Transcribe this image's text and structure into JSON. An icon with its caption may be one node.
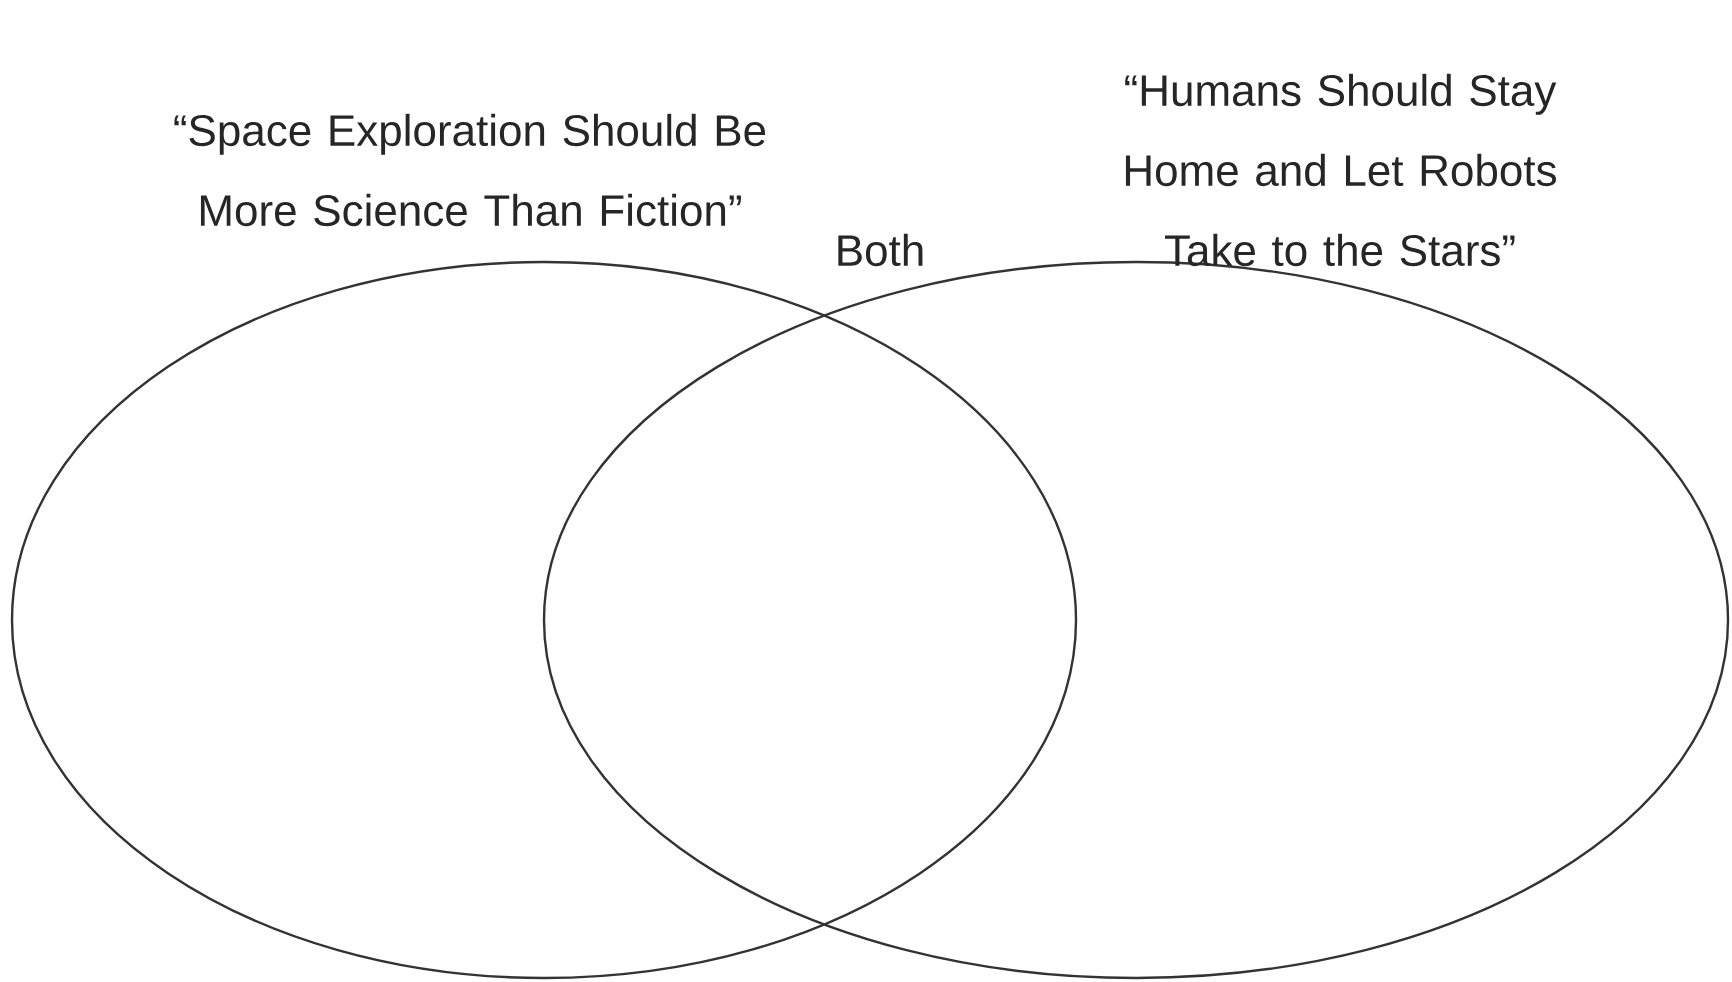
{
  "diagram": {
    "nodes": [
      {
        "text": [
          "“Space Exploration Should Be More Science Than Fiction”"
        ]
      },
      {
        "text": [
          "“Humans Should Stay Home and Let Robots Take to the Stars”"
        ]
      }
    ],
    "labels": [
      "Both"
    ]
  }
}
